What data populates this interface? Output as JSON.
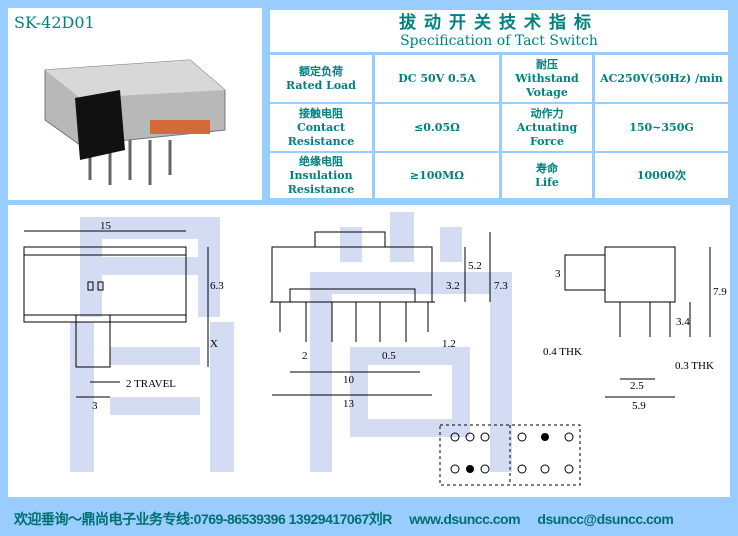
{
  "model": "SK-42D01",
  "spec": {
    "title_cn": "拔动开关技术指标",
    "title_en": "Specification of Tact Switch",
    "rows": [
      {
        "l_cn": "额定负荷",
        "l_en": "Rated Load",
        "l_val": "DC 50V 0.5A",
        "r_cn": "耐压",
        "r_en": "Withstand Votage",
        "r_val": "AC250V(50Hz) /min"
      },
      {
        "l_cn": "接触电阻",
        "l_en": "Contact Resistance",
        "l_val": "≤0.05Ω",
        "r_cn": "动作力",
        "r_en": "Actuating Force",
        "r_val": "150~350G"
      },
      {
        "l_cn": "绝缘电阻",
        "l_en": "Insulation Resistance",
        "l_val": "≥100MΩ",
        "r_cn": "寿命",
        "r_en": "Life",
        "r_val": "10000次"
      }
    ]
  },
  "drawing": {
    "dims": {
      "d15": "15",
      "d63": "6.3",
      "dx": "X",
      "d2travel": "2 TRAVEL",
      "d3": "3",
      "d32": "3.2",
      "d52": "5.2",
      "d73": "7.3",
      "d2": "2",
      "d05": "0.5",
      "d12": "1.2",
      "d10": "10",
      "d13": "13",
      "d3s": "3",
      "d79": "7.9",
      "d34": "3.4",
      "d04": "0.4 THK",
      "d03": "0.3 THK",
      "d25": "2.5",
      "d59": "5.9"
    },
    "watermark": "鼎尚"
  },
  "footer": {
    "contact": "欢迎垂询～鼎尚电子业务专线:0769-86539396  13929417067刘R",
    "website": "www.dsuncc.com",
    "email": "dsuncc@dsuncc.com"
  }
}
